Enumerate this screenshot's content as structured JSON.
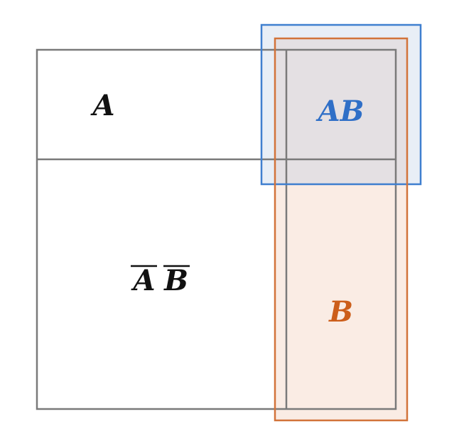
{
  "labels": {
    "a": "A",
    "ab": "AB",
    "b": "B",
    "not_a": "A",
    "not_b": "B"
  },
  "colors": {
    "grid_stroke": "#7a7a7a",
    "blue_stroke": "#3f7fcf",
    "blue_fill": "#e8eef6",
    "orange_stroke": "#d2733a",
    "orange_fill": "#faece4",
    "overlap_fill": "#e4e0e3",
    "a_text": "#111111",
    "ab_text": "#2f6fc7",
    "b_text": "#cc5e1a",
    "complement_text": "#111111"
  }
}
